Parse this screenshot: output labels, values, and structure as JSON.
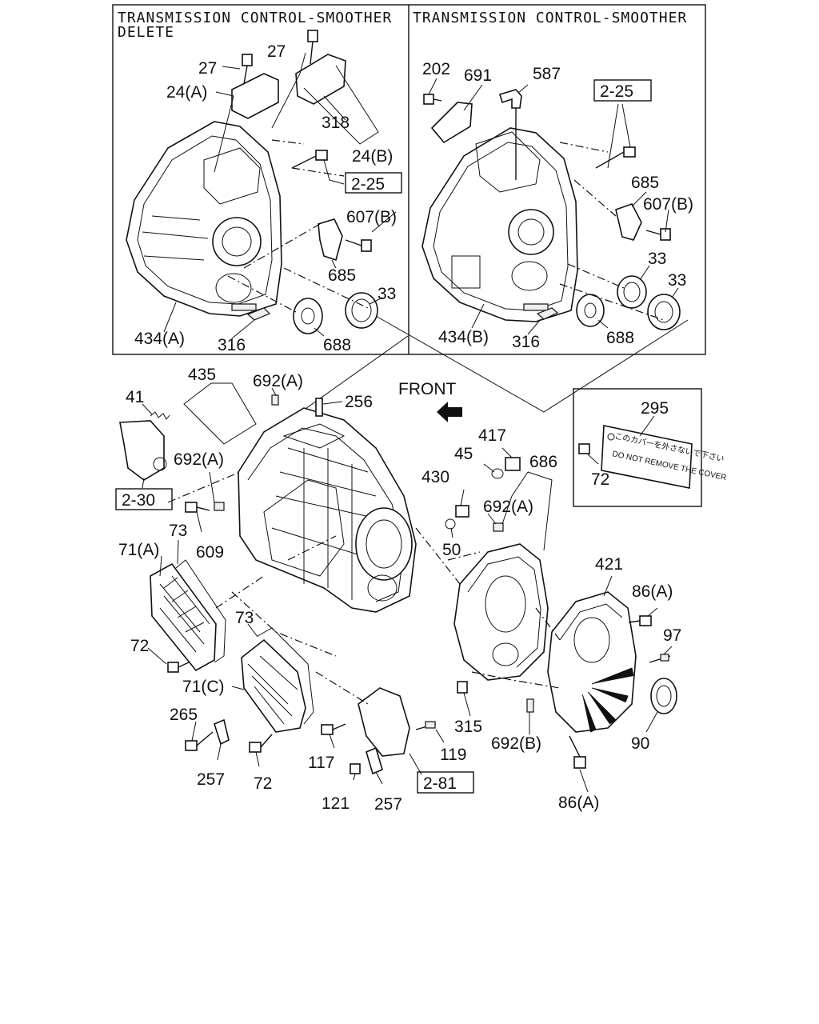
{
  "panels": {
    "left_title_line1": "TRANSMISSION CONTROL-SMOOTHER",
    "left_title_line2": "DELETE",
    "right_title": "TRANSMISSION CONTROL-SMOOTHER"
  },
  "labels": {
    "l27a": "27",
    "l27b": "27",
    "l24a": "24(A)",
    "l318": "318",
    "l24b": "24(B)",
    "l607b_left": "607(B)",
    "l685_left": "685",
    "l33_left": "33",
    "l434a": "434(A)",
    "l316_left": "316",
    "l688_left": "688",
    "l202": "202",
    "l691": "691",
    "l587": "587",
    "l685_right": "685",
    "l607b_right": "607(B)",
    "l33_right1": "33",
    "l33_right2": "33",
    "l434b": "434(B)",
    "l316_right": "316",
    "l688_right": "688",
    "l435": "435",
    "l692a_top": "692(A)",
    "l256": "256",
    "l41": "41",
    "l692a_left": "692(A)",
    "l609": "609",
    "l73_top": "73",
    "l71a": "71(A)",
    "l72_left": "72",
    "l73_mid": "73",
    "l71c": "71(C)",
    "l265": "265",
    "l257_left": "257",
    "l72_bottom": "72",
    "l117": "117",
    "l119": "119",
    "l121": "121",
    "l257_right": "257",
    "l417": "417",
    "l45": "45",
    "l686": "686",
    "l430": "430",
    "l692a_mid": "692(A)",
    "l50": "50",
    "l421": "421",
    "l86a_top": "86(A)",
    "l97": "97",
    "l315": "315",
    "l692b": "692(B)",
    "l90": "90",
    "l86a_bottom": "86(A)",
    "l295": "295",
    "l72_box": "72",
    "front": "FRONT"
  },
  "refs": {
    "ref_225_left": "2-25",
    "ref_225_right": "2-25",
    "ref_230": "2-30",
    "ref_281": "2-81"
  },
  "label_card": {
    "line1": "このカバーを外さないで下さい",
    "line2": "DO NOT REMOVE THE COVER"
  }
}
